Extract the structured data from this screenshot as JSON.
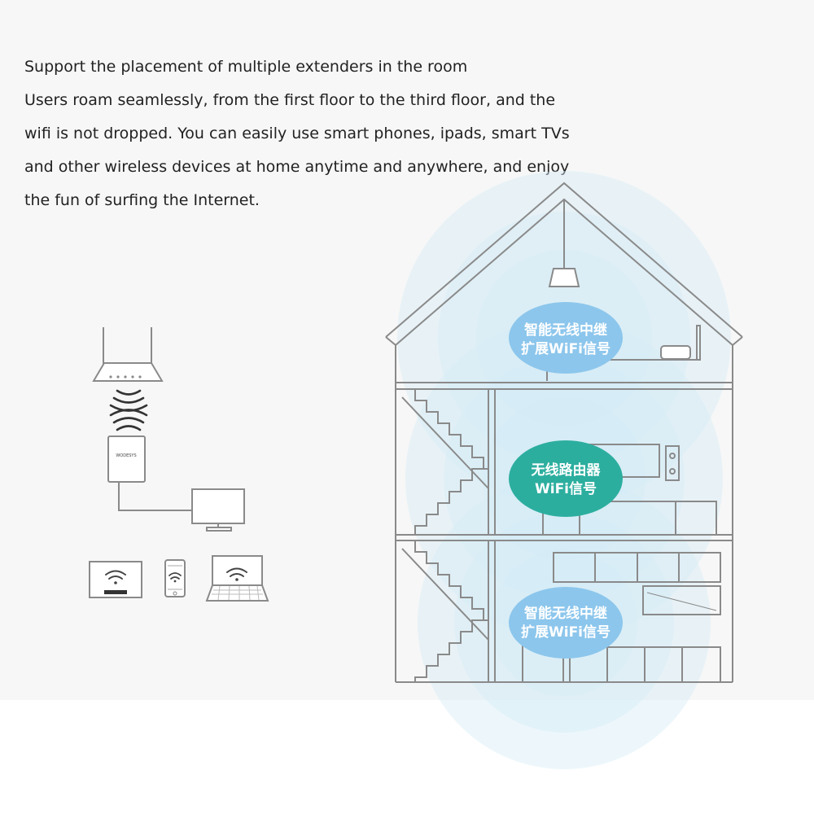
{
  "description": {
    "lines": [
      "Support the placement of multiple extenders in the room",
      "Users roam seamlessly, from the first floor to the third floor, and the",
      "wifi is not dropped. You can easily use smart phones, ipads, smart TVs",
      "and other wireless devices at home anytime and anywhere, and enjoy",
      "the fun of surfing the Internet."
    ]
  },
  "extender_device": {
    "brand_label": "WODESYS"
  },
  "labels": {
    "top": {
      "line1": "智能无线中继",
      "line2": "扩展WiFi信号"
    },
    "middle": {
      "line1": "无线路由器",
      "line2": "WiFi信号"
    },
    "bottom": {
      "line1": "智能无线中继",
      "line2": "扩展WiFi信号"
    }
  },
  "colors": {
    "bubble_light": "#8cc6ec",
    "bubble_dark": "#2cae9f",
    "signal_ring": "#d3ecf6",
    "line": "#8a8a8a",
    "background": "#f7f7f7"
  }
}
